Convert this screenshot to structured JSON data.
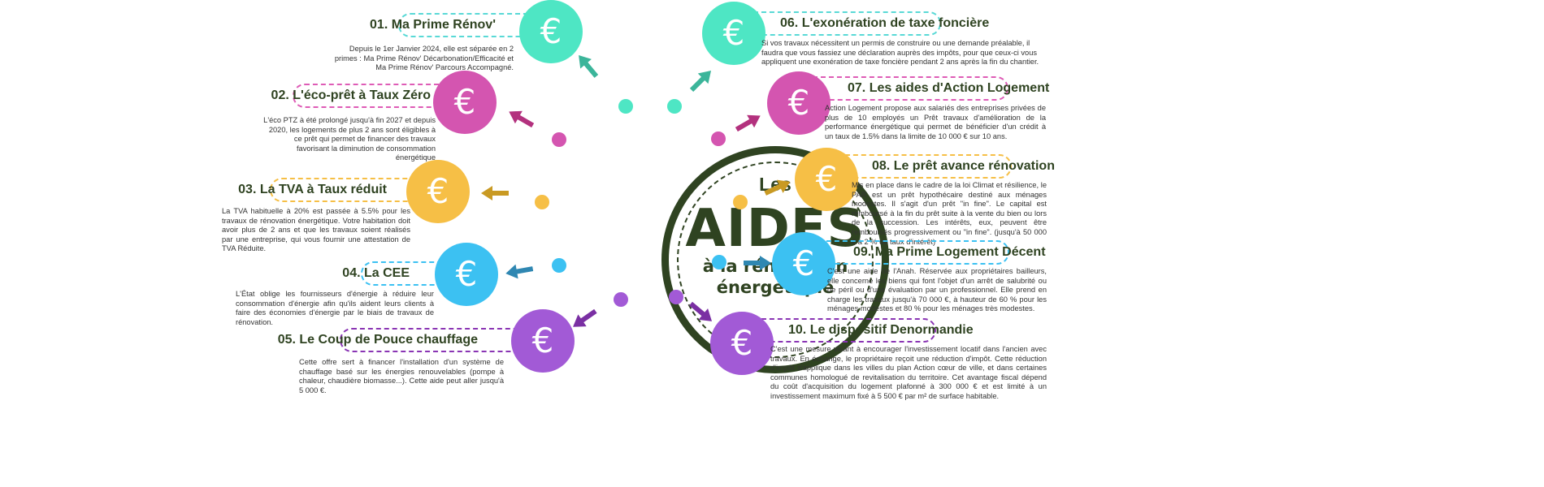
{
  "center": {
    "line1": "Les",
    "line2": "AIDES",
    "line3": "à la rénovation",
    "line4": "énergétique"
  },
  "currency_symbol": "€",
  "colors": {
    "dark_green": "#2f4321",
    "teal": "#4ee6c4",
    "magenta": "#d455b0",
    "yellow": "#f6bf46",
    "blue": "#3cc1f2",
    "purple": "#a25ad6",
    "pill_teal": "#59d9d6",
    "pill_magenta": "#de5cb6",
    "pill_yellow": "#f6bf46",
    "pill_blue": "#3cc1f2",
    "pill_purple": "#8a35b4",
    "arrow_teal": "#3bb59a",
    "arrow_magenta": "#b3317e",
    "arrow_yellow": "#c99a23",
    "arrow_blue": "#2f87b2",
    "arrow_purple": "#7a2fa3"
  },
  "items": [
    {
      "title": "01. Ma Prime Rénov'",
      "text": "Depuis le 1er Janvier 2024, elle est séparée en 2 primes : Ma Prime Rénov' Décarbonation/Efficacité et Ma Prime Rénov' Parcours Accompagné."
    },
    {
      "title": "02. L'éco-prêt à Taux Zéro",
      "text": "L'éco PTZ à été prolongé jusqu'à fin 2027 et depuis 2020, les logements de plus 2 ans sont éligibles à ce prêt qui permet de financer des travaux favorisant la diminution de consommation énergétique"
    },
    {
      "title": "03. La TVA à Taux réduit",
      "text": "La TVA habituelle à 20% est passée à 5.5% pour les travaux de rénovation énergétique. Votre habitation doit avoir plus de 2 ans et que les travaux soient réalisés par une entreprise, qui vous fournir une attestation de TVA Réduite."
    },
    {
      "title": "04. La CEE",
      "text": "L'État oblige les fournisseurs d'énergie à réduire leur consommation d'énergie afin qu'ils aident leurs clients à faire des économies d'énergie par le biais de travaux de rénovation."
    },
    {
      "title": "05. Le Coup de Pouce chauffage",
      "text": "Cette offre sert à financer l'installation d'un système de chauffage basé sur les énergies renouvelables (pompe à chaleur, chaudière biomasse...). Cette aide peut aller jusqu'à 5 000 €."
    },
    {
      "title": "06. L'exonération de taxe foncière",
      "text": "Si vos travaux nécessitent un permis de construire ou une demande préalable, il faudra que vous fassiez une déclaration auprès des impôts, pour que ceux-ci vous appliquent une exonération de taxe foncière pendant 2 ans après la fin du chantier."
    },
    {
      "title": "07. Les aides d'Action Logement",
      "text": "Action Logement propose aux salariés des entreprises privées de plus de 10 employés un Prêt travaux d'amélioration de la performance énergétique qui permet de bénéficier d'un crédit à un taux de 1.5% dans la limite de 10 000 € sur 10 ans."
    },
    {
      "title": "08. Le prêt avance rénovation",
      "text": "Mis en place dans le cadre de la loi Climat et résilience, le PAR est un prêt hypothécaire destiné aux ménages modestes. Il s'agit d'un prêt \"in fine\". Le capital est remboursé à la fin du prêt suite à la vente du bien ou lors de la succession. Les intérêts, eux, peuvent être remboursés progressivement ou \"in fine\". (jusqu'à 50 000 € à 2 % de taux d'intérêt)"
    },
    {
      "title": "09. Ma Prime Logement Décent",
      "text": "C'est une aide de l'Anah. Réservée aux propriétaires bailleurs, elle concerne les biens qui font l'objet d'un arrêt de salubrité ou de péril ou d'une évaluation par un professionnel. Elle prend en charge les travaux jusqu'à 70 000 €, à hauteur de 60 % pour les ménages modestes et 80 % pour les ménages très modestes."
    },
    {
      "title": "10. Le dispositif Denormandie",
      "text": "C'est une mesure visant à encourager l'investissement locatif dans l'ancien avec travaux. En échange, le propriétaire reçoit une réduction d'impôt. Cette réduction d'impôt s'applique dans les villes du plan Action cœur de ville, et dans certaines communes homologué de revitalisation du territoire. Cet avantage fiscal dépend du coût d'acquisition du logement plafonné à 300 000 € et est limité à un investissement maximum fixé à 5 500 € par m² de surface habitable."
    }
  ]
}
